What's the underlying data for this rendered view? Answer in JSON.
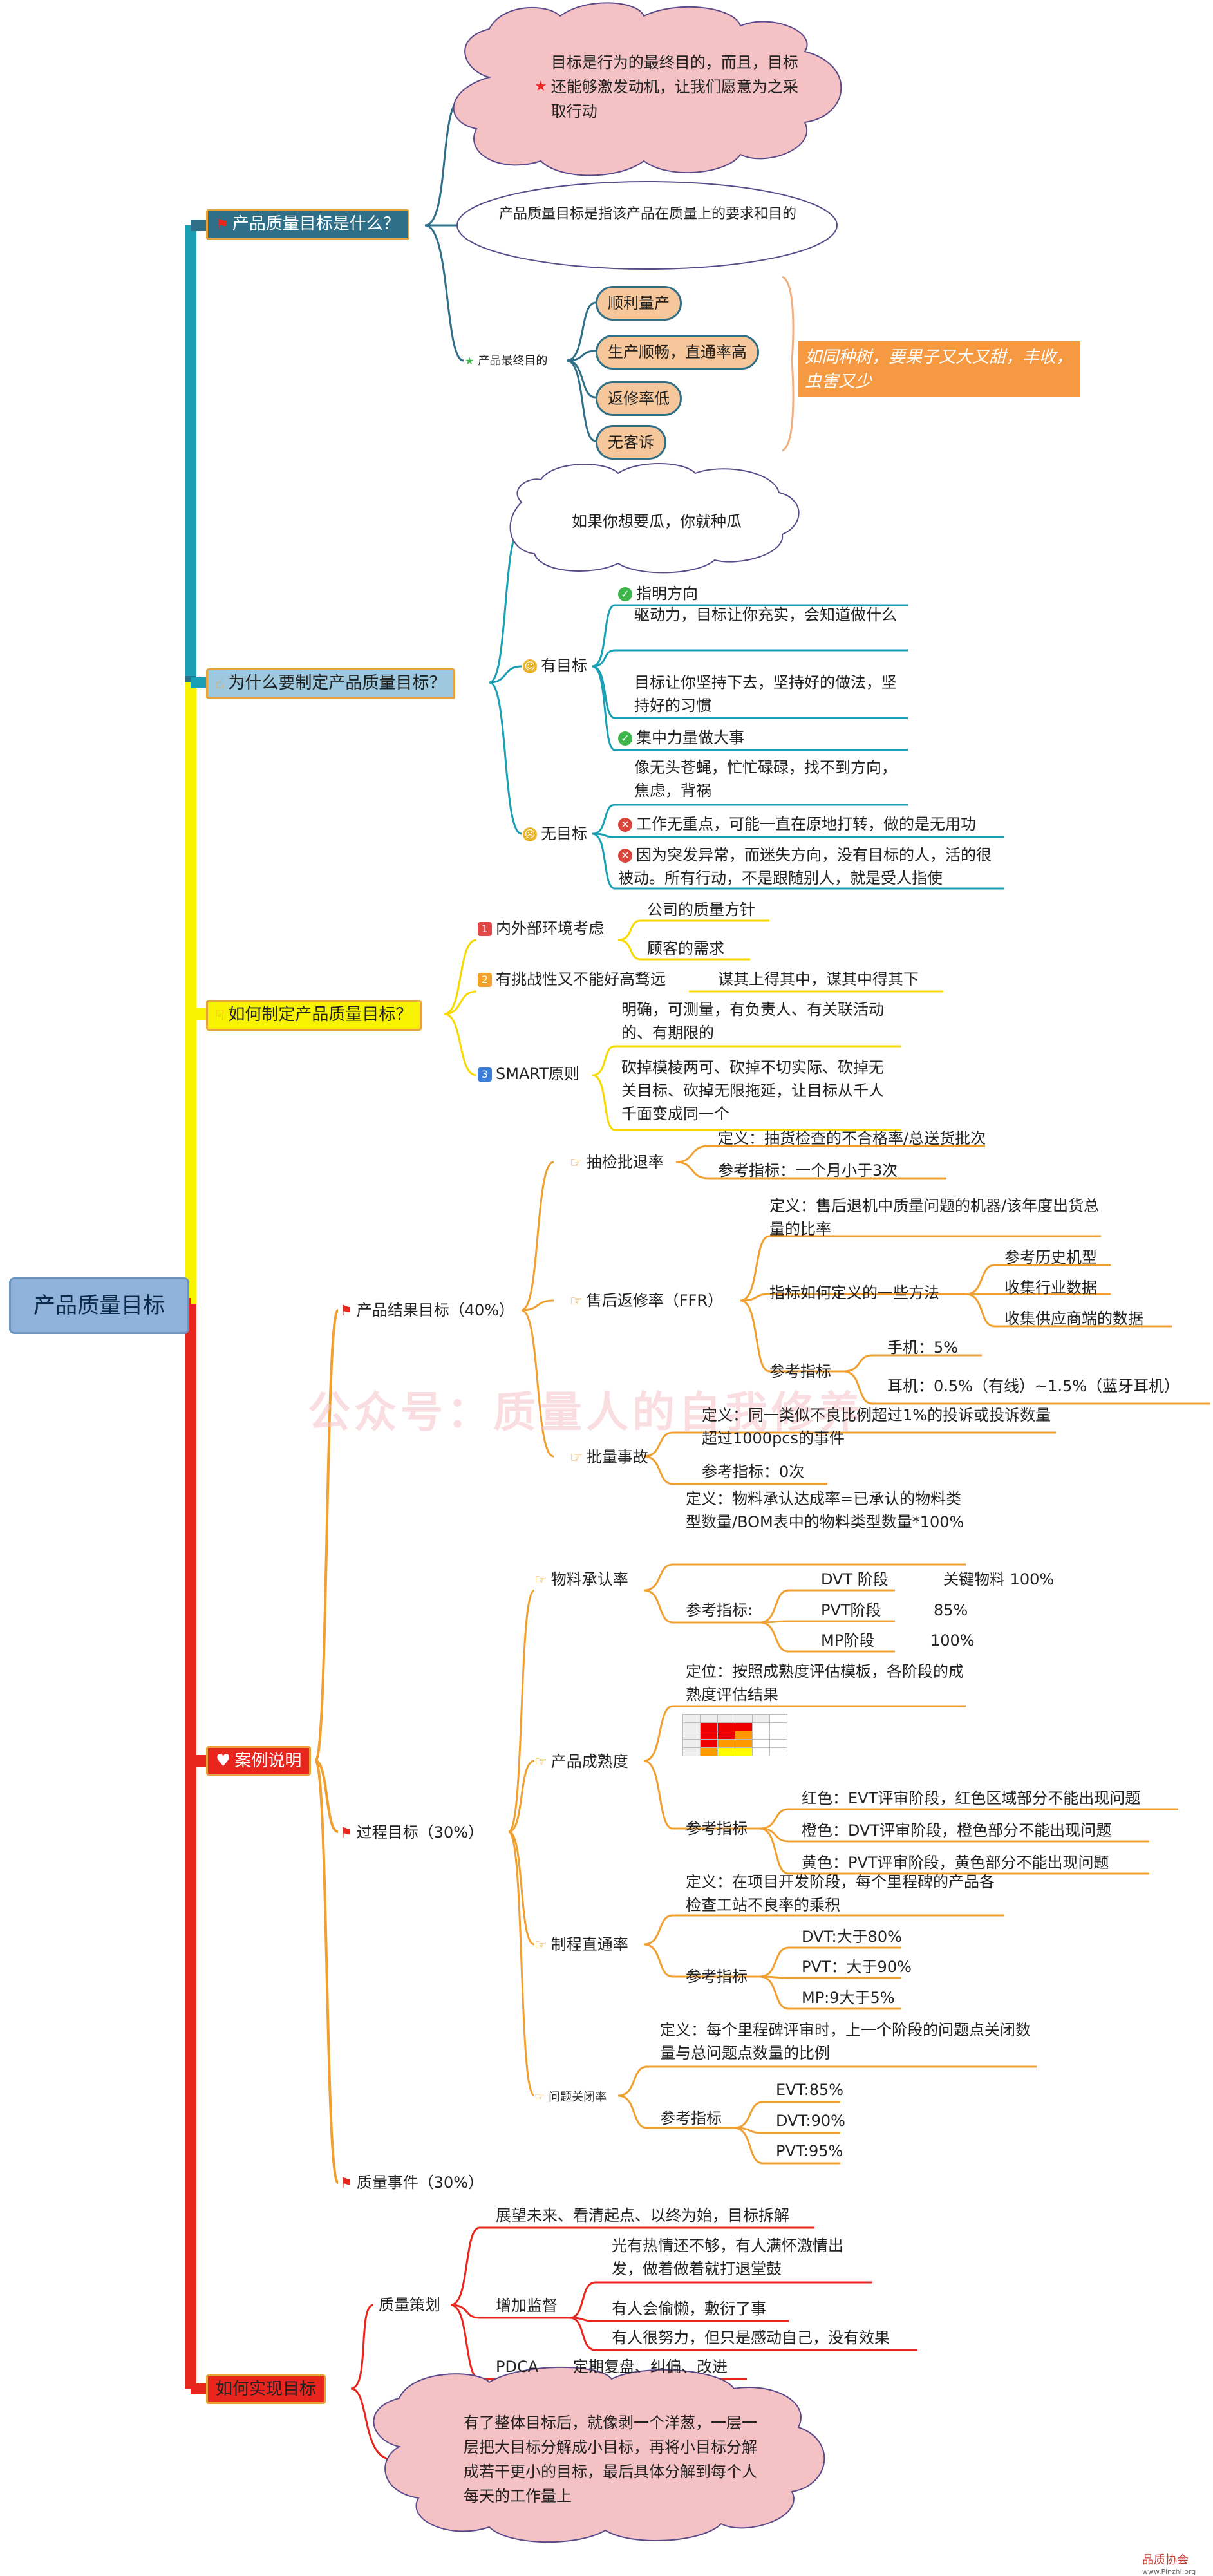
{
  "root": "产品质量目标",
  "watermark": "公众号：质量人的自我修养",
  "logo": {
    "name": "品质协会",
    "url": "www.Pinzhi.org"
  },
  "colors": {
    "teal": "#2f6f88",
    "blue": "#9ec8de",
    "yellow": "#f7f200",
    "orange": "#ef6a2a",
    "red": "#e8261d",
    "branch_orange": "#f0a030"
  },
  "sec1": {
    "title": "产品质量目标是什么？",
    "cloud": "目标是行为的最终目的，而且，目标还能够激发动机，让我们愿意为之采取行动",
    "oval": "产品质量目标是指该产品在质量上的要求和目的",
    "purpose_label": "产品最终目的",
    "purpose_items": [
      "顺利量产",
      "生产顺畅，直通率高",
      "返修率低",
      "无客诉"
    ],
    "note": "如同种树，要果子又大又甜，丰收，虫害又少"
  },
  "sec2": {
    "title": "为什么要制定产品质量目标？",
    "cloud": "如果你想要瓜，你就种瓜",
    "has_goal": "有目标",
    "has_items": [
      "指明方向",
      "驱动力，目标让你充实，会知道做什么",
      "目标让你坚持下去，坚持好的做法，坚持好的习惯",
      "集中力量做大事"
    ],
    "no_goal": "无目标",
    "no_items": [
      "像无头苍蝇，忙忙碌碌，找不到方向，焦虑，背祸",
      "工作无重点，可能一直在原地打转，做的是无用功",
      "因为突发异常，而迷失方向，没有目标的人，活的很被动。所有行动，不是跟随别人，就是受人指使"
    ]
  },
  "sec3": {
    "title": "如何制定产品质量目标？",
    "p1": "内外部环境考虑",
    "p1_items": [
      "公司的质量方针",
      "顾客的需求"
    ],
    "p2": "有挑战性又不能好高骛远",
    "p2_item": "谋其上得其中，谋其中得其下",
    "p3": "SMART原则",
    "p3_items": [
      "明确，可测量，有负责人、有关联活动的、有期限的",
      "砍掉模棱两可、砍掉不切实际、砍掉无关目标、砍掉无限拖延，让目标从千人千面变成同一个"
    ]
  },
  "sec4": {
    "title": "案例说明",
    "result": {
      "label": "产品结果目标（40%）",
      "lot": {
        "label": "抽检批退率",
        "def": "定义：抽货检查的不合格率/总送货批次",
        "ref": "参考指标：一个月小于3次"
      },
      "ffr": {
        "label": "售后返修率（FFR）",
        "def": "定义：售后退机中质量问题的机器/该年度出货总量的比率",
        "method": "指标如何定义的一些方法",
        "method_items": [
          "参考历史机型",
          "收集行业数据",
          "收集供应商端的数据"
        ],
        "ref": "参考指标",
        "ref_items": [
          "手机：5%",
          "耳机：0.5%（有线）~1.5%（蓝牙耳机）"
        ]
      },
      "batch": {
        "label": "批量事故",
        "def": "定义：同一类似不良比例超过1%的投诉或投诉数量超过1000pcs的事件",
        "ref": "参考指标：0次"
      }
    },
    "process": {
      "label": "过程目标（30%）",
      "material": {
        "label": "物料承认率",
        "def": "定义：物料承认达成率=已承认的物料类型数量/BOM表中的物料类型数量*100%",
        "ref": "参考指标:",
        "rows": [
          [
            "DVT 阶段",
            "关键物料 100%"
          ],
          [
            "PVT阶段",
            "85%"
          ],
          [
            "MP阶段",
            "100%"
          ]
        ]
      },
      "maturity": {
        "label": "产品成熟度",
        "def": "定位：按照成熟度评估模板，各阶段的成熟度评估结果",
        "ref": "参考指标",
        "items": [
          "红色：EVT评审阶段，红色区域部分不能出现问题",
          "橙色：DVT评审阶段，橙色部分不能出现问题",
          "黄色：PVT评审阶段，黄色部分不能出现问题"
        ]
      },
      "yield": {
        "label": "制程直通率",
        "def": "定义：在项目开发阶段，每个里程碑的产品各检查工站不良率的乘积",
        "ref": "参考指标",
        "items": [
          "DVT:大于80%",
          "PVT：大于90%",
          "MP:9大于5%"
        ]
      },
      "closure": {
        "label": "问题关闭率",
        "def": "定义：每个里程碑评审时，上一个阶段的问题点关闭数量与总问题点数量的比例",
        "ref": "参考指标",
        "items": [
          "EVT:85%",
          "DVT:90%",
          "PVT:95%"
        ]
      }
    },
    "event": "质量事件（30%）"
  },
  "sec5": {
    "title": "如何实现目标",
    "plan": "质量策划",
    "plan_items": [
      "展望未来、看清起点、以终为始，目标拆解"
    ],
    "supervise": "增加监督",
    "supervise_items": [
      "光有热情还不够，有人满怀激情出发，做着做着就打退堂鼓",
      "有人会偷懒，敷衍了事",
      "有人很努力，但只是感动自己，没有效果"
    ],
    "pdca": "PDCA",
    "pdca_item": "定期复盘、纠偏、改进",
    "cloud": "有了整体目标后，就像剥一个洋葱，一层一层把大目标分解成小目标，再将小目标分解成若干更小的目标，最后具体分解到每个人每天的工作量上"
  }
}
